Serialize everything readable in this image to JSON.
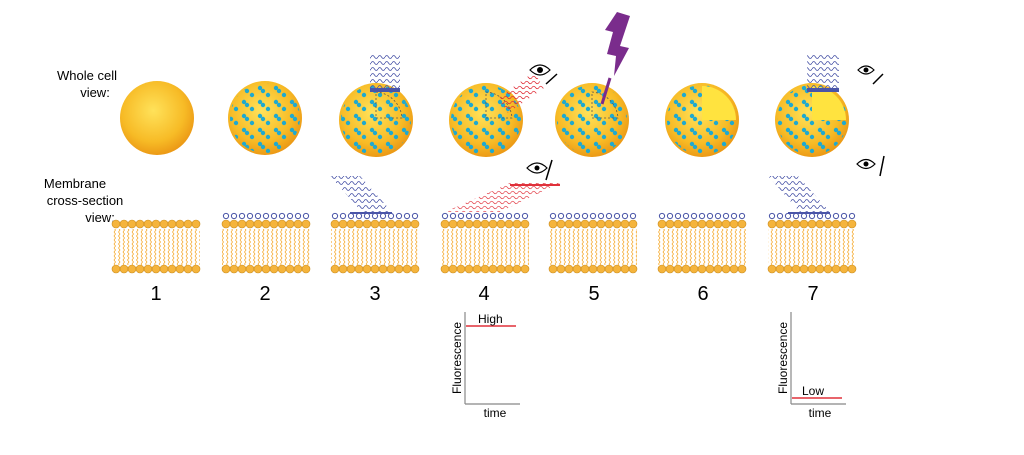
{
  "labels": {
    "whole_cell": [
      "Whole cell",
      "view:"
    ],
    "membrane": [
      "Membrane",
      "cross-section",
      "view:"
    ]
  },
  "steps": [
    "1",
    "2",
    "3",
    "4",
    "5",
    "6",
    "7"
  ],
  "graphs": [
    {
      "ylabel": "Fluorescence",
      "xlabel": "time",
      "level_label": "High",
      "level": "high"
    },
    {
      "ylabel": "Fluorescence",
      "xlabel": "time",
      "level_label": "Low",
      "level": "low"
    }
  ],
  "colors": {
    "cell": "#f7bb26",
    "dot": "#20a9cf",
    "probe": "#4a55a8",
    "light_beam": "#e0303a",
    "bleach": "#7a2c8c",
    "lipid_head": "#f5b43c",
    "lipid_tail": "#f5a623",
    "bleached": "#ffe33f"
  }
}
